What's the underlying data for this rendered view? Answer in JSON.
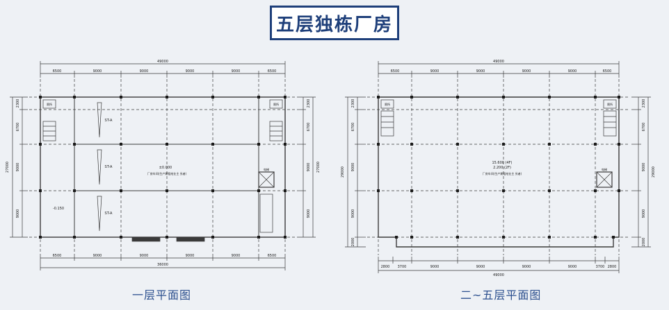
{
  "title": "五层独栋厂房",
  "plan1": {
    "caption": "一层平面图",
    "top_total": "49000",
    "top_dims": [
      "6500",
      "9000",
      "9000",
      "9000",
      "9000",
      "6500"
    ],
    "bottom_dims": [
      "6500",
      "9000",
      "9000",
      "9000",
      "9000",
      "6500"
    ],
    "bottom_total": "36000",
    "left_total": "27000",
    "left_dims": [
      "2300",
      "6700",
      "9000",
      "9000"
    ],
    "right_total": "27000",
    "right_dims": [
      "2300",
      "6700",
      "9000",
      "9000"
    ],
    "elevation": "±0.000",
    "elevation_low": "-0.150",
    "room_note": "厂房车间(生产期租给业主 另者)",
    "room_label_1": "ST-A",
    "room_label_2": "ST-A",
    "room_label_3": "ST-A",
    "small_room_left": "厕所",
    "small_room_right": "厕所",
    "lift_room": "电梯"
  },
  "plan2": {
    "caption": "二~五层平面图",
    "top_total": "49000",
    "top_dims": [
      "6500",
      "9000",
      "9000",
      "9000",
      "9000",
      "6500"
    ],
    "bottom_total": "49000",
    "bottom_dims": [
      "2800",
      "3700",
      "9000",
      "9000",
      "9000",
      "9000",
      "3700",
      "2800"
    ],
    "left_total": "29000",
    "left_dims": [
      "2300",
      "6700",
      "9000",
      "9000",
      "2000"
    ],
    "right_total": "29000",
    "right_dims": [
      "2300",
      "6700",
      "9000",
      "9000",
      "2000"
    ],
    "elevation": "15.600 (4F)",
    "elevation_sub": "2.200 (2F)",
    "room_note": "厂房车间(生产期租给业主 另者)",
    "small_room_left": "厕所",
    "small_room_right": "厕所",
    "lift_room": "电梯"
  }
}
